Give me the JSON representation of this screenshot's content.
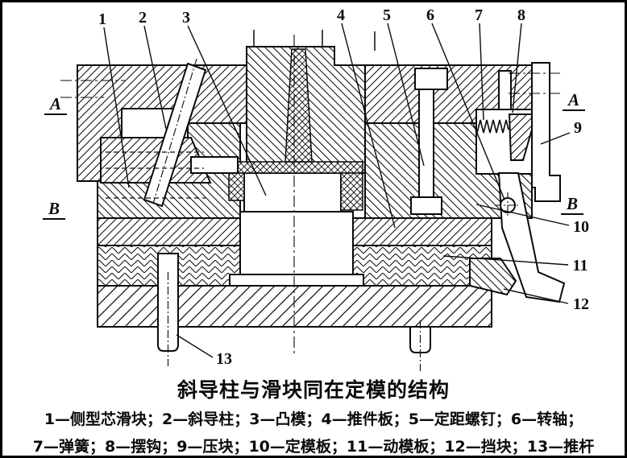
{
  "figure": {
    "title": "斜导柱与滑块同在定模的结构",
    "legend_line_1": "1—侧型芯滑块；2—斜导柱；3—凸模；4—推件板；5—定距螺钉；6—转轴；",
    "legend_line_2": "7—弹簧；8—摆钩；9—压块；10—定模板；11—动模板；12—挡块；13—推杆"
  },
  "parts": [
    {
      "num": "1",
      "name": "侧型芯滑块"
    },
    {
      "num": "2",
      "name": "斜导柱"
    },
    {
      "num": "3",
      "name": "凸模"
    },
    {
      "num": "4",
      "name": "推件板"
    },
    {
      "num": "5",
      "name": "定距螺钉"
    },
    {
      "num": "6",
      "name": "转轴"
    },
    {
      "num": "7",
      "name": "弹簧"
    },
    {
      "num": "8",
      "name": "摆钩"
    },
    {
      "num": "9",
      "name": "压块"
    },
    {
      "num": "10",
      "name": "定模板"
    },
    {
      "num": "11",
      "name": "动模板"
    },
    {
      "num": "12",
      "name": "挡块"
    },
    {
      "num": "13",
      "name": "推杆"
    }
  ],
  "callouts": {
    "c1": "1",
    "c2": "2",
    "c3": "3",
    "c4": "4",
    "c5": "5",
    "c6": "6",
    "c7": "7",
    "c8": "8",
    "c9": "9",
    "c10": "10",
    "c11": "11",
    "c12": "12",
    "c13": "13",
    "section_a_left": "A",
    "section_a_right": "A",
    "section_b_left": "B",
    "section_b_right": "B"
  },
  "colors": {
    "line": "#0a0a0a",
    "background": "#ffffff"
  }
}
